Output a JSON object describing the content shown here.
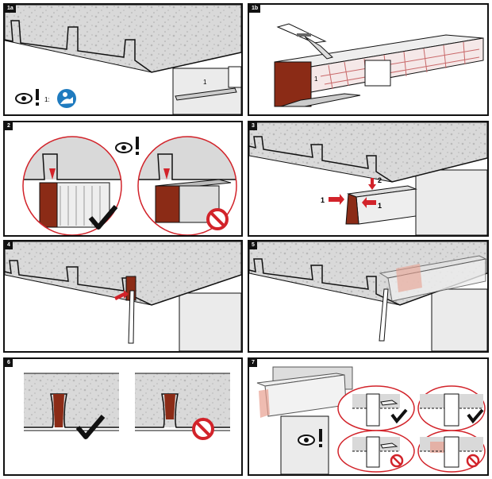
{
  "panels": [
    {
      "tag": "1a",
      "arrow_label": "1",
      "info_label": "1:"
    },
    {
      "tag": "1b",
      "arrow_label": "1"
    },
    {
      "tag": "2"
    },
    {
      "tag": "3",
      "arrow_left": "1",
      "arrow_right": "1",
      "arrow_up": "2"
    },
    {
      "tag": "4"
    },
    {
      "tag": "5"
    },
    {
      "tag": "6"
    },
    {
      "tag": "7"
    }
  ],
  "colors": {
    "concrete": "#d9d9d9",
    "concrete_speckle": "#bfbfbf",
    "wall": "#ebebeb",
    "firestop": "#8b2b16",
    "arrow": "#d2232a",
    "prohibited": "#d2232a",
    "info_badge": "#1f7bbf",
    "outline": "#111111"
  },
  "icons": [
    "eye-icon",
    "exclamation-icon",
    "info-reader-icon",
    "check-icon",
    "prohibited-icon",
    "trowel-icon"
  ]
}
